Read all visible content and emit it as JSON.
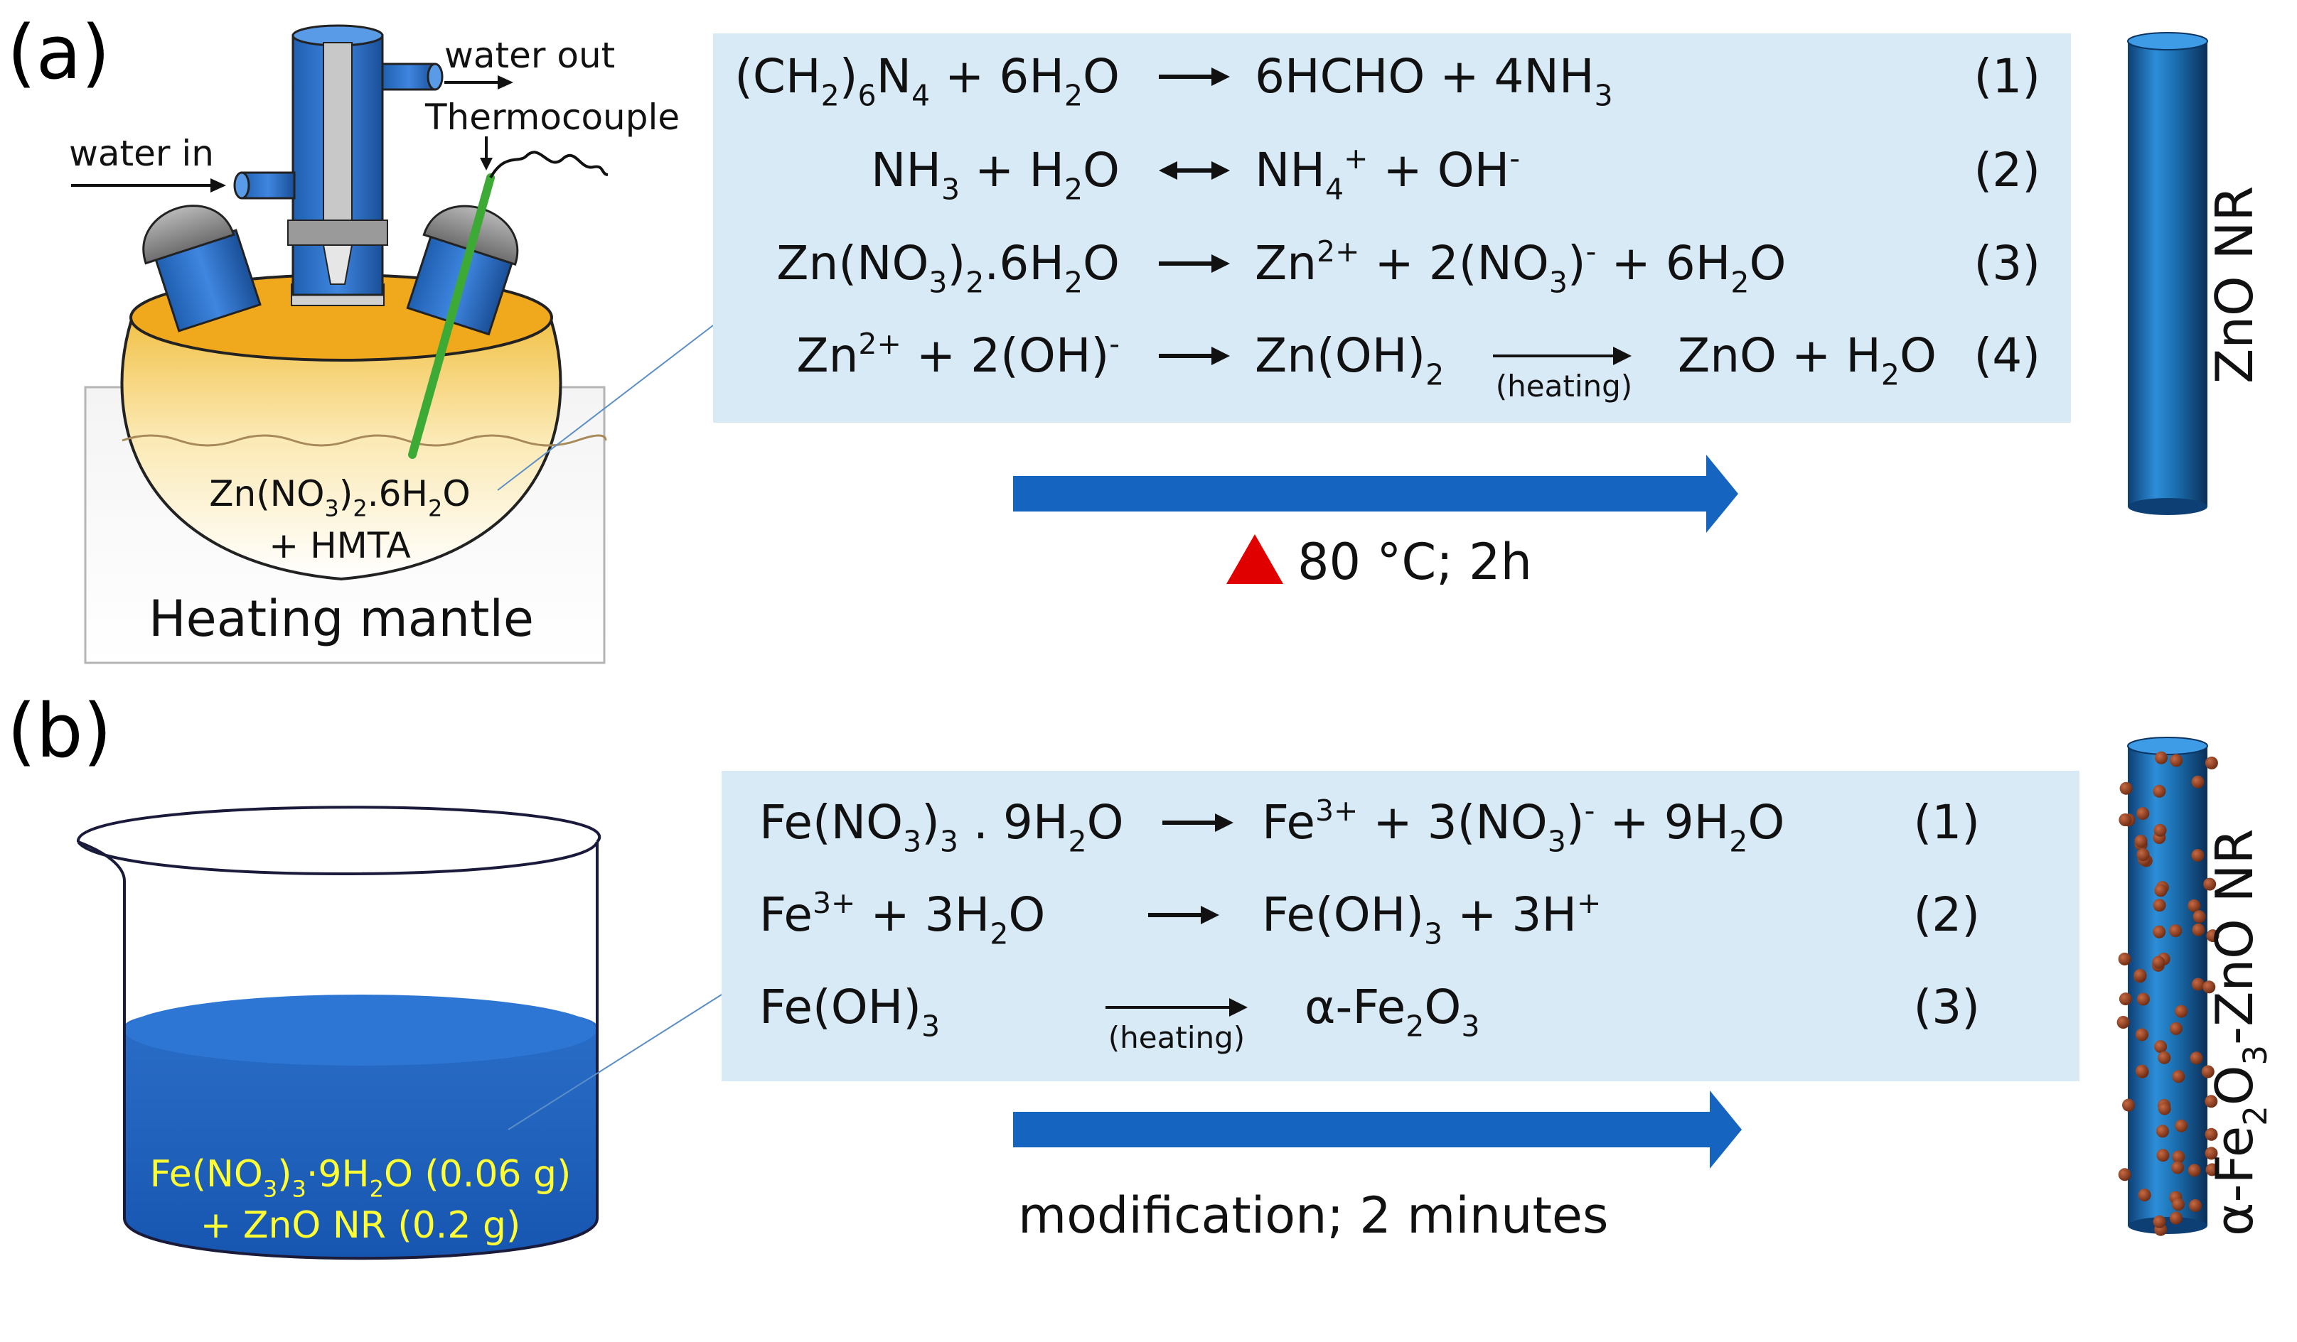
{
  "panel_a": {
    "label": "(a)",
    "apparatus": {
      "water_in": "water in",
      "water_out": "water out",
      "thermocouple": "Thermocouple",
      "solution_line1_parts": [
        "Zn(NO",
        "3",
        ")",
        "2",
        ".6H",
        "2",
        "O"
      ],
      "solution_line2": "+ HMTA",
      "mantle": "Heating mantle"
    },
    "equations": [
      {
        "reactants": [
          "(CH",
          "2",
          ")",
          "6",
          "N",
          "4",
          " + 6H",
          "2",
          "O"
        ],
        "products": [
          "6HCHO + 4NH",
          "3"
        ],
        "number": "(1)"
      },
      {
        "reactants": [
          "NH",
          "3",
          " + H",
          "2",
          "O"
        ],
        "products": [
          "NH",
          "4",
          "+",
          " + OH",
          "-"
        ],
        "number": "(2)"
      },
      {
        "reactants": [
          "Zn(NO",
          "3",
          ")",
          "2",
          ".6H",
          "2",
          "O"
        ],
        "products": [
          "Zn",
          "2+",
          " + 2(NO",
          "3",
          ")",
          "-",
          " + 6H",
          "2",
          "O"
        ],
        "number": "(3)"
      },
      {
        "reactants": [
          "Zn",
          "2+",
          " + 2(OH)",
          "-"
        ],
        "products": [
          "Zn(OH)",
          "2"
        ],
        "heating_label": "(heating)",
        "final": [
          "ZnO + H",
          "2",
          "O"
        ],
        "number": "(4)"
      }
    ],
    "condition": "80 °C; 2h",
    "product_label": "ZnO NR"
  },
  "panel_b": {
    "label": "(b)",
    "beaker": {
      "line1_parts": [
        "Fe(NO",
        "3",
        ")",
        "3",
        "·9H",
        "2",
        "O (0.06 g)"
      ],
      "line2": "+ ZnO NR (0.2 g)"
    },
    "equations": [
      {
        "reactants": [
          "Fe(NO",
          "3",
          ")",
          "3",
          " . 9H",
          "2",
          "O"
        ],
        "products": [
          "Fe",
          "3+",
          " + 3(NO",
          "3",
          ")",
          "-",
          " + 9H",
          "2",
          "O"
        ],
        "number": "(1)"
      },
      {
        "reactants": [
          "Fe",
          "3+",
          " + 3H",
          "2",
          "O"
        ],
        "products": [
          "Fe(OH)",
          "3",
          " + 3H",
          "+"
        ],
        "number": "(2)"
      },
      {
        "reactants": [
          "Fe(OH)",
          "3"
        ],
        "heating_label": "(heating)",
        "products": [
          "α-Fe",
          "2",
          "O",
          "3"
        ],
        "number": "(3)"
      }
    ],
    "condition": "modification; 2 minutes",
    "product_label_parts": [
      "α-Fe",
      "2",
      "O",
      "3",
      "-ZnO NR"
    ]
  },
  "colors": {
    "eq_box": "#d9eaf7",
    "blue": "#1565c0",
    "rod": "#1b6fb0",
    "warning": "#e00000",
    "yellow_text": "#ffff33",
    "particle": "#8b3a1e"
  }
}
